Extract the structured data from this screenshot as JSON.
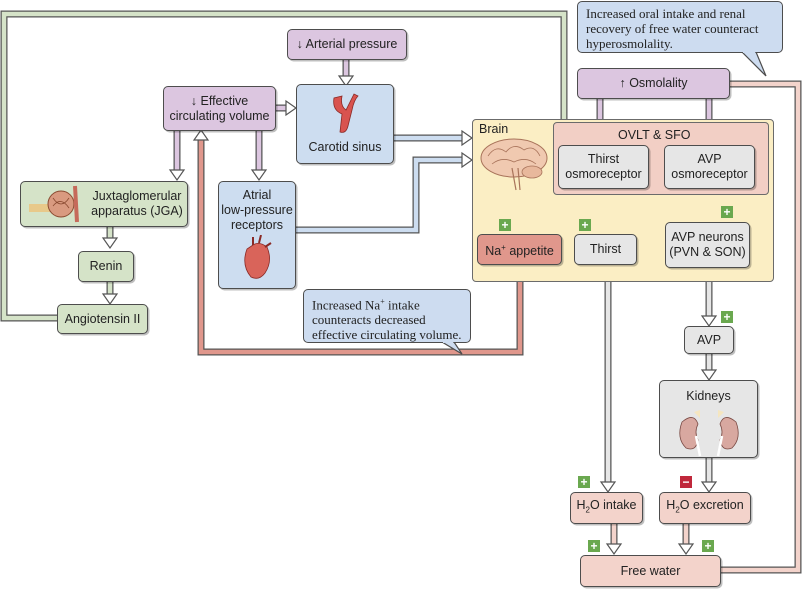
{
  "nodes": {
    "arterial_pressure": {
      "arrow": "↓",
      "label": "Arterial pressure"
    },
    "effective_volume": {
      "arrow": "↓",
      "line1": "Effective",
      "line2": "circulating volume"
    },
    "carotid_sinus": {
      "label": "Carotid sinus"
    },
    "jga": {
      "line1": "Juxtaglomerular",
      "line2": "apparatus (JGA)"
    },
    "renin": {
      "label": "Renin"
    },
    "angiotensin": {
      "label": "Angiotensin II"
    },
    "atrial": {
      "line1": "Atrial",
      "line2": "low-pressure",
      "line3": "receptors"
    },
    "osmolality": {
      "arrow": "↑",
      "label": "Osmolality"
    },
    "brain": {
      "label": "Brain"
    },
    "ovlt": {
      "label": "OVLT & SFO"
    },
    "thirst_osmo": {
      "line1": "Thirst",
      "line2": "osmoreceptor"
    },
    "avp_osmo": {
      "line1": "AVP",
      "line2": "osmoreceptor"
    },
    "na_appetite": {
      "prefix": "Na",
      "sup": "+",
      "suffix": " appetite"
    },
    "thirst": {
      "label": "Thirst"
    },
    "avp_neurons": {
      "line1": "AVP neurons",
      "line2": "(PVN & SON)"
    },
    "avp": {
      "label": "AVP"
    },
    "kidneys": {
      "label": "Kidneys"
    },
    "h2o_intake": {
      "prefix": "H",
      "sub": "2",
      "suffix": "O intake"
    },
    "h2o_excretion": {
      "prefix": "H",
      "sub": "2",
      "suffix": "O excretion"
    },
    "free_water": {
      "label": "Free water"
    }
  },
  "callouts": {
    "osmolality_note": {
      "line1": "Increased oral intake and renal",
      "line2": "recovery of free water counteract",
      "line3": "hyperosmolality."
    },
    "sodium_note": {
      "l1_prefix": "Increased Na",
      "l1_sup": "+",
      "l1_suffix": " intake",
      "line2": "counteracts decreased",
      "line3": "effective circulating volume."
    }
  },
  "badges": {
    "plus": "+",
    "minus": "−"
  },
  "colors": {
    "stimulus_purple": "#dcc6e0",
    "receptor_blue": "#cdddf0",
    "raas_green": "#d5e3c8",
    "brain_yellow": "#fbeec4",
    "effector_pink": "#f3d3cb",
    "plus_green": "#6aa84f",
    "minus_red": "#c0283b"
  }
}
